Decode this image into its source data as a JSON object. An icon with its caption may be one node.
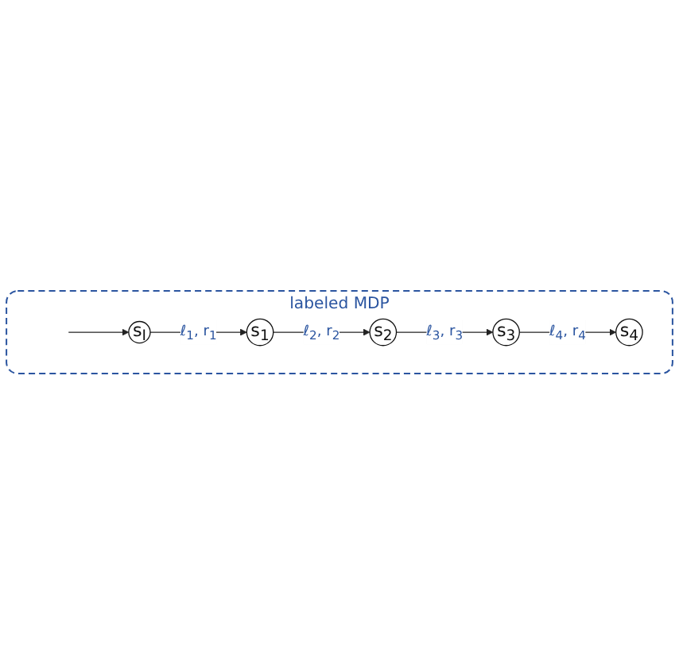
{
  "diagram": {
    "nodes": [
      {
        "text": [
          "labeled MDP"
        ]
      },
      {
        "text": [
          "s$_{I}$"
        ],
        "in": 0
      },
      {
        "text": [
          "s$_{1}$"
        ],
        "in": 0
      },
      {
        "text": [
          "s$_{2}$"
        ],
        "in": 0
      },
      {
        "text": [
          "s$_{3}$"
        ],
        "in": 0
      },
      {
        "text": [
          "s$_{4}$"
        ],
        "in": 0
      }
    ],
    "edges": [
      {
        "from": null,
        "to": 1,
        "arrow": "to"
      },
      {
        "from": 1,
        "to": 2,
        "arrow": "to",
        "label": "ℓ$_{1}$, r$_{1}$"
      },
      {
        "from": 2,
        "to": 3,
        "arrow": "to",
        "label": "ℓ$_{2}$, r$_{2}$"
      },
      {
        "from": 3,
        "to": 4,
        "arrow": "to",
        "label": "ℓ$_{3}$, r$_{3}$"
      },
      {
        "from": 4,
        "to": 5,
        "arrow": "to",
        "label": "ℓ$_{4}$, r$_{4}$"
      }
    ]
  }
}
